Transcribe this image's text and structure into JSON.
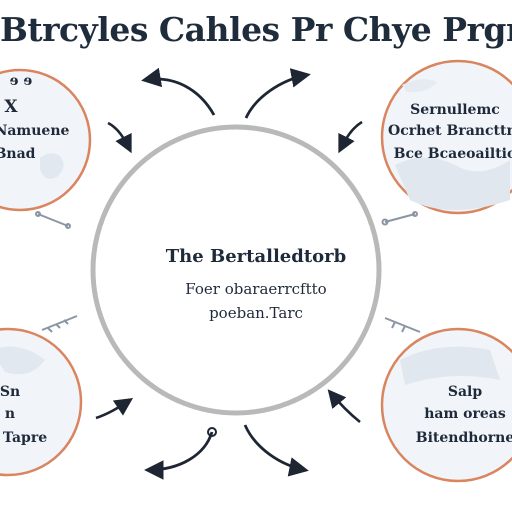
{
  "title": "Btrcyles Cahles Pr Chye Prgn",
  "center": {
    "title": "The Bertalledtorb",
    "line2": "Foer obaraerrcftto",
    "line3": "poeban.Tarc"
  },
  "nodes": {
    "top_left": {
      "lines": [
        "ɘ ɘ",
        "X",
        "Namuene",
        "Bnad"
      ]
    },
    "top_right": {
      "lines": [
        "Sernullemc",
        "Ocrhet Brancttne",
        "Bce Bcaeoailtio"
      ]
    },
    "bottom_left": {
      "lines": [
        "Sn",
        "n",
        "Tapre"
      ]
    },
    "bottom_right": {
      "lines": [
        "Salp",
        "ham oreas",
        "Bitendhorne"
      ]
    }
  },
  "colors": {
    "central_ring": "#b9b9b9",
    "node_ring": "#d9855f",
    "node_fill": "#edf1f6",
    "arrow": "#1d2632",
    "text": "#1e2a3a"
  }
}
